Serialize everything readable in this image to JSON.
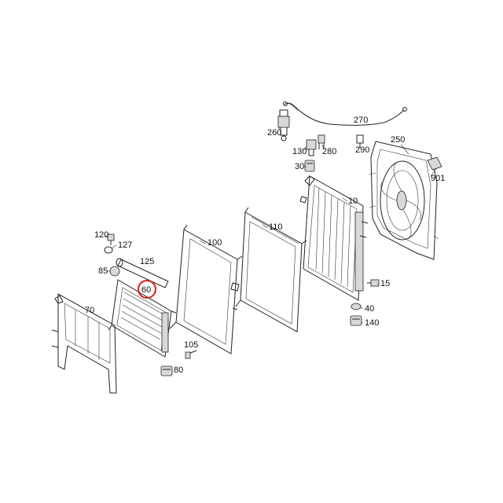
{
  "diagram": {
    "callouts": {
      "c270": "270",
      "c260": "260",
      "c130": "130",
      "c280": "280",
      "c290": "290",
      "c250": "250",
      "c30": "30",
      "c901": "901",
      "c10": "10",
      "c110": "110",
      "c100": "100",
      "c120": "120",
      "c127": "127",
      "c125": "125",
      "c85": "85",
      "c60": "60",
      "c70": "70",
      "c15": "15",
      "c40": "40",
      "c140": "140",
      "c105": "105",
      "c80": "80"
    },
    "highlight_color": "#d81e1e",
    "line_color": "#222222"
  }
}
